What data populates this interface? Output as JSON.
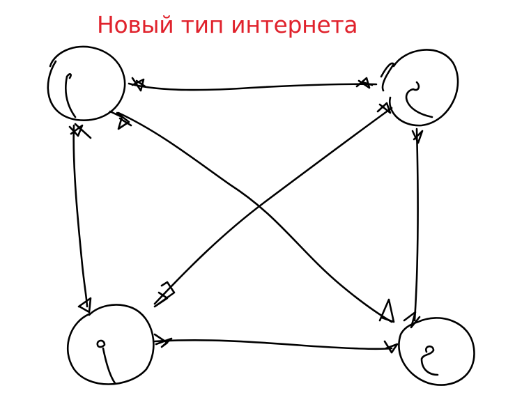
{
  "title": "Новый тип интернета",
  "colors": {
    "title": "#e0222c",
    "ink": "#000000"
  },
  "nodes": [
    "top-left",
    "top-right",
    "bottom-left",
    "bottom-right"
  ],
  "edges": [
    [
      "top-left",
      "top-right"
    ],
    [
      "top-left",
      "bottom-left"
    ],
    [
      "top-right",
      "bottom-right"
    ],
    [
      "bottom-left",
      "bottom-right"
    ],
    [
      "top-left",
      "bottom-right"
    ],
    [
      "top-right",
      "bottom-left"
    ]
  ]
}
